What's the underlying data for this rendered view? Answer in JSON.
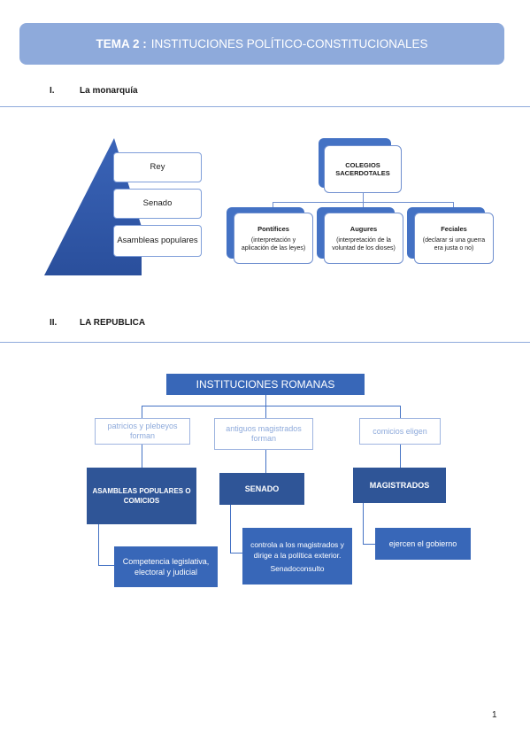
{
  "header": {
    "tema": "TEMA 2 :",
    "title": "INSTITUCIONES POLÍTICO-CONSTITUCIONALES"
  },
  "section1": {
    "number": "I.",
    "title": "La monarquía"
  },
  "pyramid": {
    "levels": [
      "Rey",
      "Senado",
      "Asambleas populares"
    ]
  },
  "colegios": {
    "root": "COLEGIOS SACERDOTALES",
    "children": [
      {
        "title": "Pontífices",
        "desc": "(interpretación y aplicación de las leyes)"
      },
      {
        "title": "Augures",
        "desc": "(interpretación de la voluntad de los dioses)"
      },
      {
        "title": "Feciales",
        "desc": "(declarar si una guerra era justa o no)"
      }
    ]
  },
  "section2": {
    "number": "II.",
    "title": "LA REPUBLICA"
  },
  "republica": {
    "root": "INSTITUCIONES ROMANAS",
    "branches": [
      {
        "label": "patricios y plebeyos forman",
        "node": "ASAMBLEAS POPULARES O COMICIOS",
        "detail": "Competencia legislativa, electoral y judicial"
      },
      {
        "label": "antiguos magistrados forman",
        "node": "SENADO",
        "detail": "controla a los magistrados y dirige a la política exterior.",
        "detail2": "Senadoconsulto"
      },
      {
        "label": "comicios eligen",
        "node": "MAGISTRADOS",
        "detail": "ejercen el gobierno"
      }
    ]
  },
  "footer": {
    "page": "1"
  },
  "colors": {
    "banner": "#8eaadb",
    "dark_blue": "#2f5597",
    "mid_blue": "#4472c4"
  }
}
